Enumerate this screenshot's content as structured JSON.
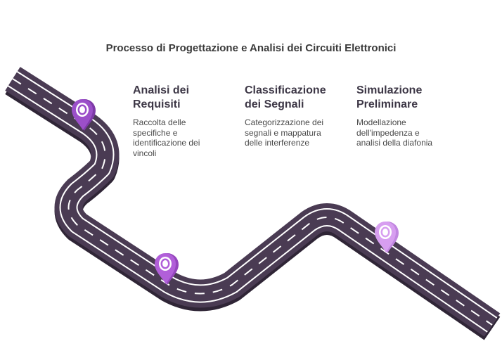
{
  "title": "Processo di Progettazione e Analisi dei Circuiti Elettronici",
  "steps": [
    {
      "title_line1": "Analisi dei",
      "title_line2": "Requisiti",
      "desc": "Raccolta delle specifiche e identificazione dei vincoli"
    },
    {
      "title_line1": "Classificazione",
      "title_line2": "dei Segnali",
      "desc": "Categorizzazione dei segnali e mappatura delle interferenze"
    },
    {
      "title_line1": "Simulazione",
      "title_line2": "Preliminare",
      "desc": "Modellazione dell'impedenza e analisi della diafonia"
    }
  ],
  "colors": {
    "road": "#4a3b53",
    "road_edge": "#3a2e42",
    "lane": "#ffffff",
    "pin_1": "#9b4fc9",
    "pin_2": "#b15fd9",
    "pin_3": "#d79ef0"
  },
  "icons": [
    "map-pin-icon",
    "map-pin-icon",
    "map-pin-icon"
  ]
}
